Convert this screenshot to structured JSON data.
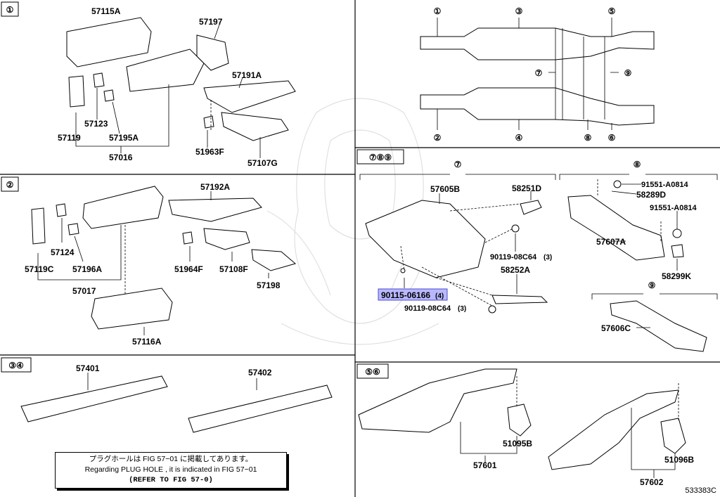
{
  "section_tags": {
    "s1": "①",
    "s2": "②",
    "s34": "③④",
    "s789": "⑦⑧⑨",
    "s56": "⑤⑥"
  },
  "overview_markers": [
    "①",
    "③",
    "⑤",
    "⑦",
    "⑨",
    "②",
    "④",
    "⑧",
    "⑥"
  ],
  "sub_tags": {
    "t7": "⑦",
    "t8": "⑧",
    "t9": "⑨"
  },
  "parts": {
    "p57115A": "57115A",
    "p57197": "57197",
    "p57191A": "57191A",
    "p57123": "57123",
    "p57119": "57119",
    "p57195A": "57195A",
    "p57016": "57016",
    "p51963F": "51963F",
    "p57107G": "57107G",
    "p57192A": "57192A",
    "p57124": "57124",
    "p57119C": "57119C",
    "p57196A": "57196A",
    "p57017": "57017",
    "p51964F": "51964F",
    "p57108F": "57108F",
    "p57198": "57198",
    "p57116A": "57116A",
    "p57401": "57401",
    "p57402": "57402",
    "p57605B": "57605B",
    "p58251D": "58251D",
    "p90119a": "90119-08C64",
    "p90119a_q": "(3)",
    "p90115": "90115-06166",
    "p90115_q": "(4)",
    "p58252A": "58252A",
    "p90119b": "90119-08C64",
    "p90119b_q": "(3)",
    "p91551a": "91551-A0814",
    "p58289D": "58289D",
    "p91551b": "91551-A0814",
    "p57607A": "57607A",
    "p58299K": "58299K",
    "p57606C": "57606C",
    "p51095B": "51095B",
    "p57601": "57601",
    "p51096B": "51096B",
    "p57602": "57602"
  },
  "note": {
    "line1": "プラグホールは FIG 57−01 に掲載してあります。",
    "line2": "Regarding  PLUG  HOLE , it is indicated in FIG  57−01",
    "line3": "(REFER  TO  FIG 57-0)"
  },
  "catalog_number": "533383C",
  "highlight_color": "#b8b8ff"
}
